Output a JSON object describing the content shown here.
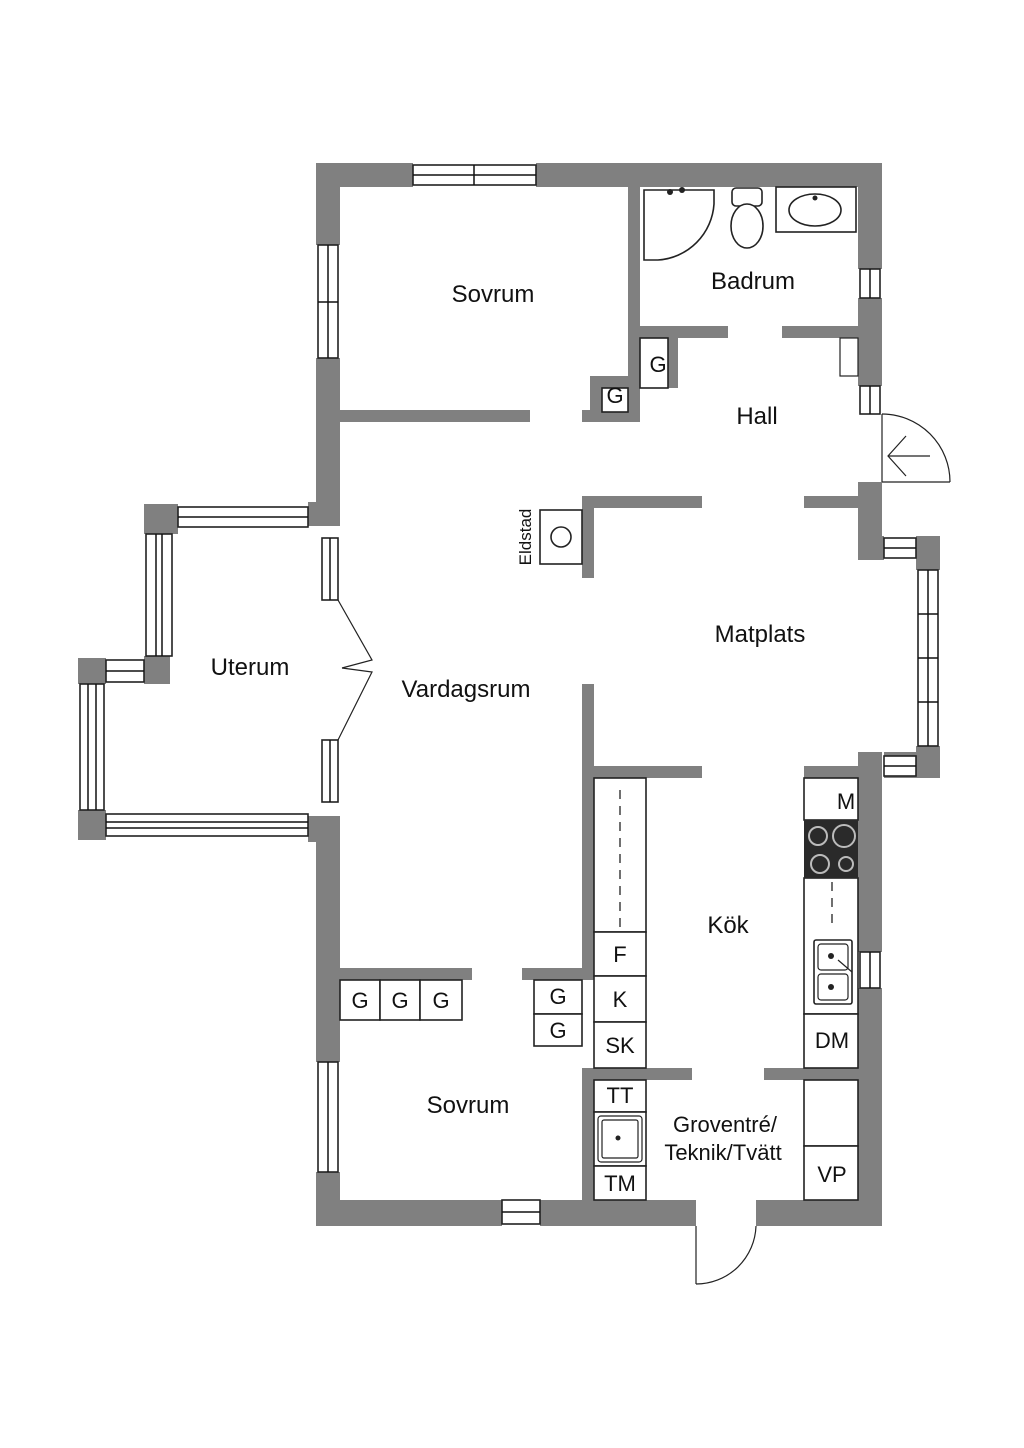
{
  "rooms": {
    "sovrum_top": "Sovrum",
    "badrum": "Badrum",
    "hall": "Hall",
    "eldstad": "Eldstad",
    "matplats": "Matplats",
    "uterum": "Uterum",
    "vardagsrum": "Vardagsrum",
    "kok": "Kök",
    "sovrum_bottom": "Sovrum",
    "groventre_line1": "Groventré/",
    "groventre_line2": "Teknik/Tvätt"
  },
  "fixtures": {
    "wardrobe": "G",
    "microwave": "M",
    "freezer": "F",
    "fridge": "K",
    "cabinet_sk": "SK",
    "dishwasher": "DM",
    "dryer": "TT",
    "washer": "TM",
    "heat_pump": "VP"
  },
  "colors": {
    "wall": "#808080",
    "line": "#111111",
    "background": "#ffffff"
  }
}
